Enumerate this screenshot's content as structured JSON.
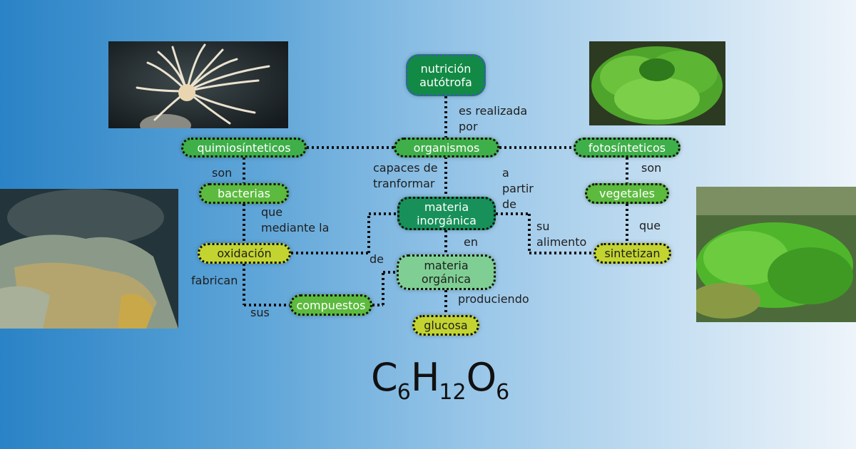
{
  "nodes": {
    "nutricion": "nutrición autótrofa",
    "organismos": "organismos",
    "quimiosinteticos": "quimiosínteticos",
    "fotosinteticos": "fotosínteticos",
    "bacterias": "bacterias",
    "vegetales": "vegetales",
    "materia_inorganica": "materia inorgánica",
    "oxidacion": "oxidación",
    "sintetizan": "sintetizan",
    "materia_organica": "materia orgánica",
    "compuestos": "compuestos",
    "glucosa": "glucosa"
  },
  "labels": {
    "es_realizada_por": "es realizada por",
    "capaces_de_tranformar": "capaces de tranformar",
    "a_partir_de": "a partir de",
    "son_left": "son",
    "son_right": "son",
    "que_mediante_la": "que mediante la",
    "que_right": "que",
    "su_alimento": "su alimento",
    "en": "en",
    "de": "de",
    "fabrican": "fabrican",
    "sus": "sus",
    "produciendo": "produciendo"
  },
  "formula": {
    "c": "C",
    "c_sub": "6",
    "h": "H",
    "h_sub": "12",
    "o": "O",
    "o_sub": "6"
  },
  "photos": [
    "sea-anemone",
    "hydrothermal-vent",
    "lettuce",
    "green-algae"
  ],
  "colors": {
    "dark_node": "#17905a",
    "green_node": "#3faf4a",
    "pale_node": "#7fcf94",
    "lime_node": "#c3d431",
    "connector": "#111111"
  }
}
